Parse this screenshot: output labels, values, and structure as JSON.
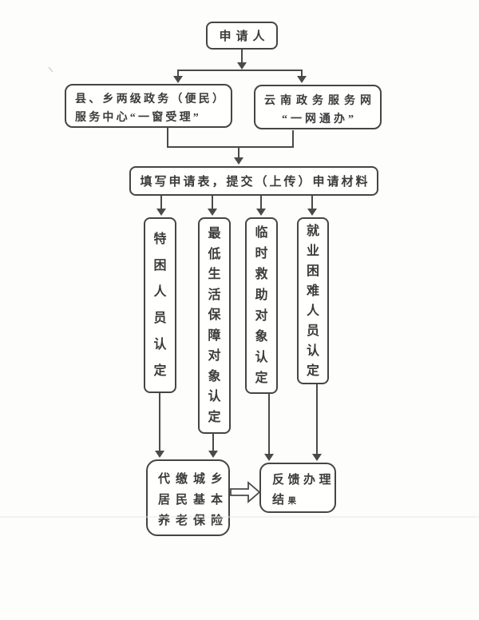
{
  "diagram": {
    "type": "flowchart",
    "nodes": {
      "applicant": {
        "label": "申请人"
      },
      "service_center": {
        "line1": "县、乡两级政务（便民）",
        "line2": "服务中心“一窗受理”"
      },
      "yunnan_portal": {
        "line1": "云南政务服务网",
        "line2": "“一网通办”"
      },
      "fill_form": {
        "label": "填写申请表，提交（上传）申请材料"
      },
      "tekun": {
        "label": "特困人员认定"
      },
      "dibao": {
        "label": "最低生活保障对象认定"
      },
      "linshi_jiuzhu": {
        "label": "临时救助对象认定"
      },
      "jiuye_kunnan": {
        "label": "就业困难人员认定"
      },
      "pension": {
        "line1": "代缴城乡",
        "line2": "居民基本",
        "line3": "养老保险"
      },
      "feedback": {
        "line1": "反馈办理",
        "line2": "结果"
      }
    },
    "edges": [
      {
        "from": "applicant",
        "to": "service_center",
        "style": "arrow"
      },
      {
        "from": "applicant",
        "to": "yunnan_portal",
        "style": "arrow"
      },
      {
        "from": "service_center",
        "to": "fill_form",
        "style": "arrow"
      },
      {
        "from": "yunnan_portal",
        "to": "fill_form",
        "style": "arrow"
      },
      {
        "from": "fill_form",
        "to": "tekun",
        "style": "arrow"
      },
      {
        "from": "fill_form",
        "to": "dibao",
        "style": "arrow"
      },
      {
        "from": "fill_form",
        "to": "linshi_jiuzhu",
        "style": "arrow"
      },
      {
        "from": "fill_form",
        "to": "jiuye_kunnan",
        "style": "arrow"
      },
      {
        "from": "tekun",
        "to": "pension",
        "style": "arrow"
      },
      {
        "from": "dibao",
        "to": "pension",
        "style": "arrow"
      },
      {
        "from": "linshi_jiuzhu",
        "to": "feedback",
        "style": "arrow"
      },
      {
        "from": "jiuye_kunnan",
        "to": "feedback",
        "style": "arrow"
      },
      {
        "from": "pension",
        "to": "feedback",
        "style": "hollow-arrow"
      }
    ],
    "colors": {
      "border": "#454545",
      "connector": "#4a4a4a",
      "text": "#3b3b3b",
      "background": "#fdfdfc",
      "faintline": "#e9e9e5"
    }
  }
}
